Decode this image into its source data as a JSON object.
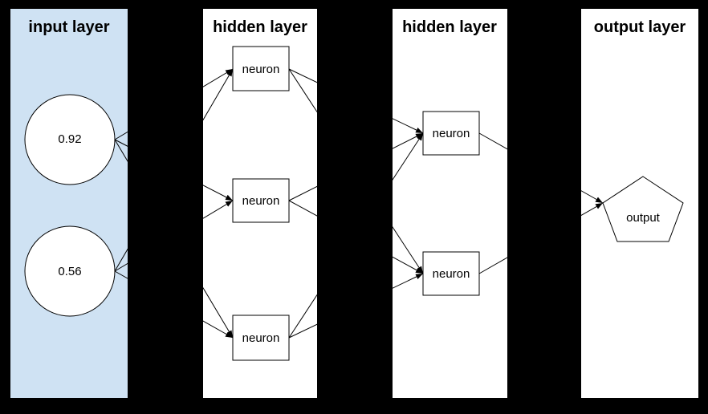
{
  "diagram": {
    "kind": "neural-network",
    "background_color": "#000000",
    "edge_color": "#000000",
    "node_fill": "#ffffff",
    "node_stroke": "#000000",
    "input_panel_fill": "#cfe2f3",
    "panel_fill": "#ffffff"
  },
  "layers": [
    {
      "title": "input layer",
      "fill": "#cfe2f3",
      "nodes": [
        {
          "shape": "circle",
          "value": "0.92"
        },
        {
          "shape": "circle",
          "value": "0.56"
        }
      ]
    },
    {
      "title": "hidden layer",
      "fill": "#ffffff",
      "nodes": [
        {
          "shape": "rect",
          "value": "neuron"
        },
        {
          "shape": "rect",
          "value": "neuron"
        },
        {
          "shape": "rect",
          "value": "neuron"
        }
      ]
    },
    {
      "title": "hidden layer",
      "fill": "#ffffff",
      "nodes": [
        {
          "shape": "rect",
          "value": "neuron"
        },
        {
          "shape": "rect",
          "value": "neuron"
        }
      ]
    },
    {
      "title": "output layer",
      "fill": "#ffffff",
      "nodes": [
        {
          "shape": "pentagon",
          "value": "output"
        }
      ]
    }
  ]
}
